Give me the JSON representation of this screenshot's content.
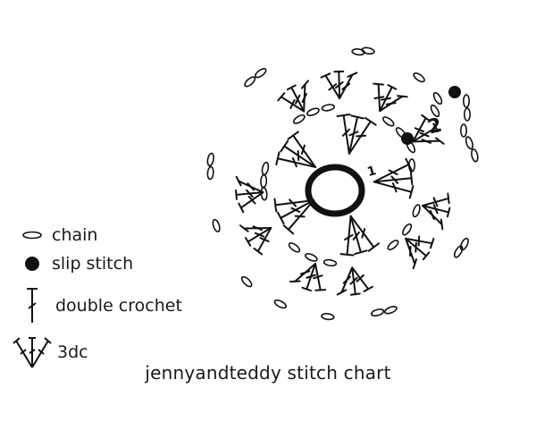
{
  "legend": {
    "chain": "chain",
    "slip_stitch": "slip stitch",
    "double_crochet": "double crochet",
    "three_dc": "3dc"
  },
  "round_labels": [
    "1",
    "2"
  ],
  "caption": "jennyandteddy stitch chart",
  "colors": {
    "ink": "#111111",
    "background": "#ffffff"
  },
  "icons": [
    "chain-icon",
    "slip-stitch-icon",
    "double-crochet-icon",
    "3dc-icon"
  ]
}
